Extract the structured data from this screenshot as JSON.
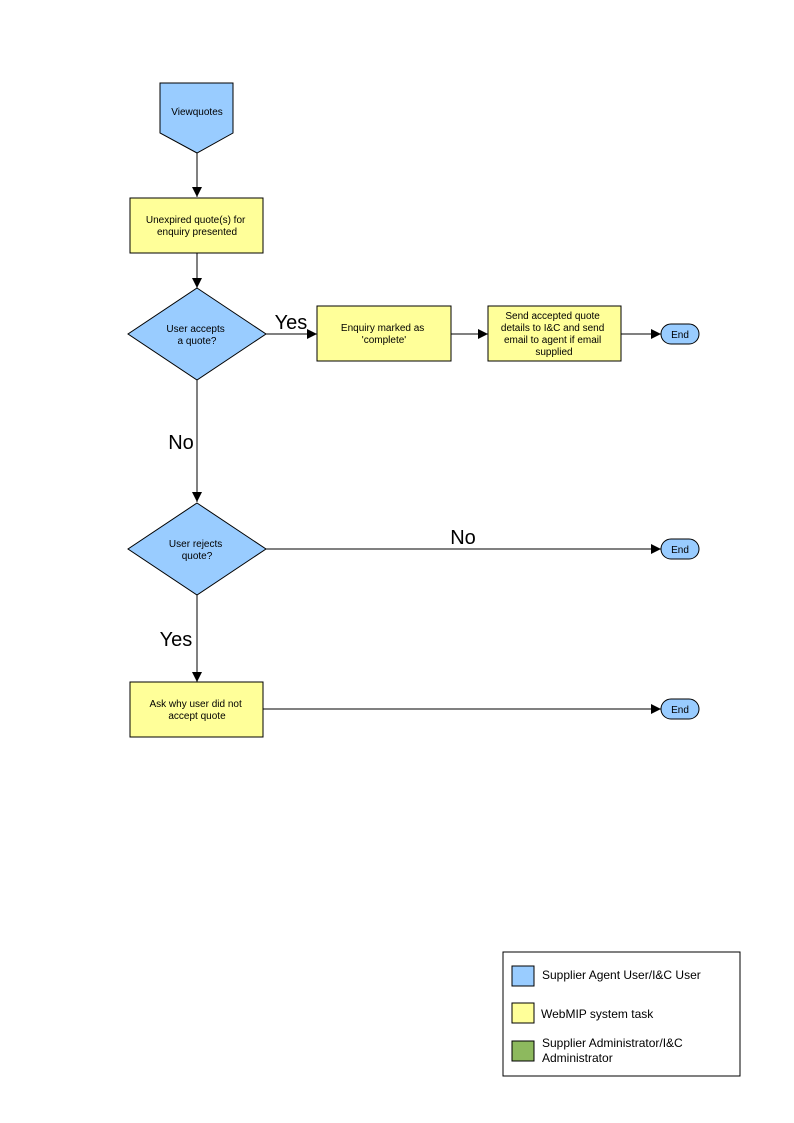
{
  "colors": {
    "user": "#99ccff",
    "system": "#ffff99",
    "admin": "#8db95e",
    "stroke": "#000000"
  },
  "nodes": {
    "viewquotes": {
      "label": "Viewquotes"
    },
    "unexpired": {
      "lines": [
        "Unexpired quote(s) for",
        "enquiry presented"
      ]
    },
    "accepts": {
      "lines": [
        "User accepts",
        "a quote?"
      ]
    },
    "marked": {
      "lines": [
        "Enquiry marked as",
        "'complete'"
      ]
    },
    "send": {
      "lines": [
        "Send accepted quote",
        "details to I&C and send",
        "email to agent if email",
        "supplied"
      ]
    },
    "end1": {
      "label": "End"
    },
    "rejects": {
      "lines": [
        "User rejects",
        "quote?"
      ]
    },
    "end2": {
      "label": "End"
    },
    "ask": {
      "lines": [
        "Ask why user did not",
        "accept quote"
      ]
    },
    "end3": {
      "label": "End"
    }
  },
  "edge_labels": {
    "accepts_yes": "Yes",
    "accepts_no": "No",
    "rejects_no": "No",
    "rejects_yes": "Yes"
  },
  "legend": [
    {
      "color": "#99ccff",
      "lines": [
        "Supplier Agent User/I&C User"
      ]
    },
    {
      "color": "#ffff99",
      "lines": [
        "WebMIP system task"
      ]
    },
    {
      "color": "#8db95e",
      "lines": [
        "Supplier Administrator/I&C",
        "Administrator"
      ]
    }
  ]
}
